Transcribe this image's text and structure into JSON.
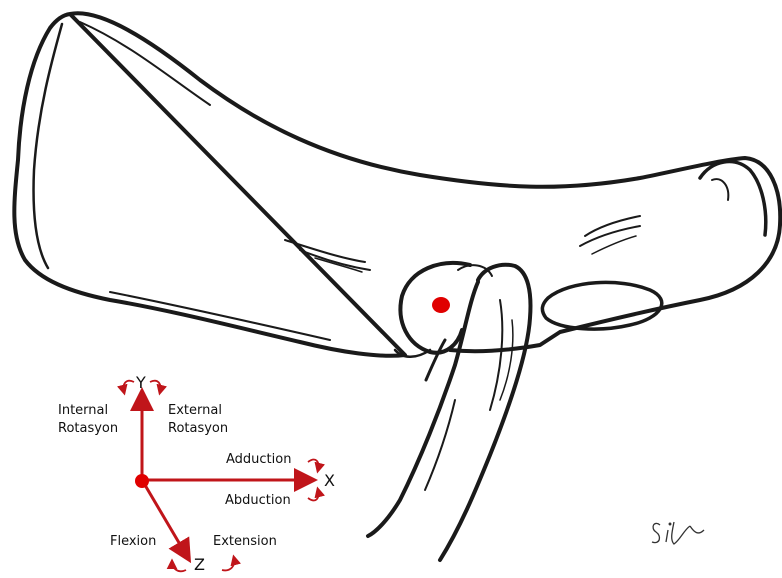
{
  "diagram": {
    "axes": {
      "y": "Y",
      "x": "X",
      "z": "Z"
    },
    "motions": {
      "internal_rotation": [
        "Internal",
        "Rotasyon"
      ],
      "external_rotation": [
        "External",
        "Rotasyon"
      ],
      "adduction": "Adduction",
      "abduction": "Abduction",
      "flexion": "Flexion",
      "extension": "Extension"
    },
    "colors": {
      "arrow": "#c0151a",
      "center_point": "#e00000",
      "outline": "#1a1a1a"
    },
    "signature": "S.Şirin"
  }
}
